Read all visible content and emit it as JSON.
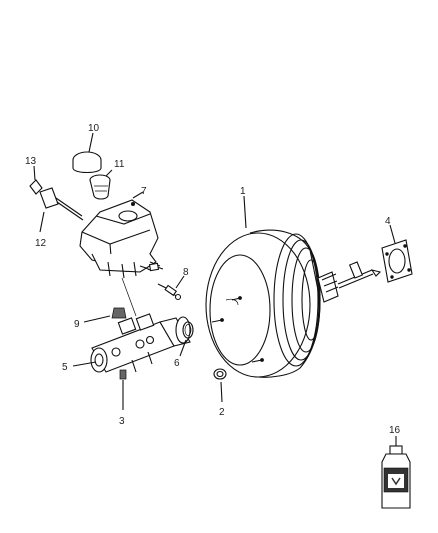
{
  "diagram": {
    "callouts": [
      {
        "id": "1",
        "label": "1"
      },
      {
        "id": "2",
        "label": "2"
      },
      {
        "id": "3",
        "label": "3"
      },
      {
        "id": "4",
        "label": "4"
      },
      {
        "id": "5",
        "label": "5"
      },
      {
        "id": "6",
        "label": "6"
      },
      {
        "id": "7",
        "label": "7"
      },
      {
        "id": "8",
        "label": "8"
      },
      {
        "id": "9",
        "label": "9"
      },
      {
        "id": "10",
        "label": "10"
      },
      {
        "id": "11",
        "label": "11"
      },
      {
        "id": "12",
        "label": "12"
      },
      {
        "id": "13",
        "label": "13"
      },
      {
        "id": "16",
        "label": "16"
      }
    ],
    "colors": {
      "line": "#111111",
      "background": "#ffffff"
    }
  }
}
